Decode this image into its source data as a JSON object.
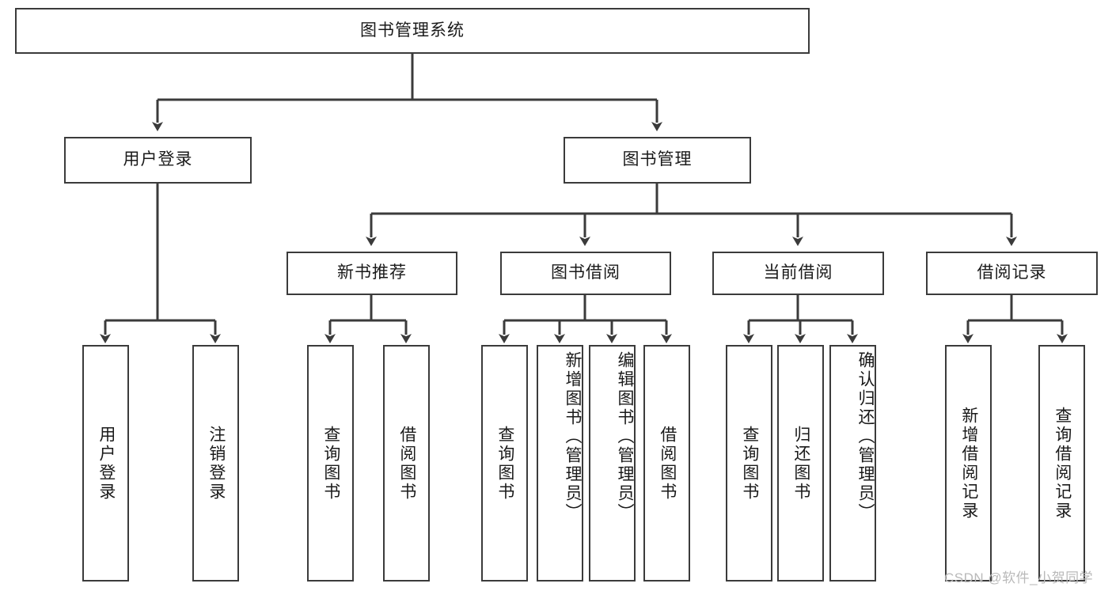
{
  "diagram": {
    "type": "tree-hierarchy",
    "title": "图书管理系统",
    "root": {
      "label": "图书管理系统"
    },
    "level1": [
      {
        "id": "user-login",
        "label": "用户登录"
      },
      {
        "id": "book-management",
        "label": "图书管理"
      }
    ],
    "level2": [
      {
        "id": "new-book-recommend",
        "label": "新书推荐",
        "parent": "book-management"
      },
      {
        "id": "book-borrow",
        "label": "图书借阅",
        "parent": "book-management"
      },
      {
        "id": "current-borrow",
        "label": "当前借阅",
        "parent": "book-management"
      },
      {
        "id": "borrow-record",
        "label": "借阅记录",
        "parent": "book-management"
      }
    ],
    "leaves": {
      "user-login": [
        {
          "id": "leaf-user-login",
          "label": "用户登录"
        },
        {
          "id": "leaf-user-logout",
          "label": "注销登录"
        }
      ],
      "new-book-recommend": [
        {
          "id": "leaf-query-book-1",
          "label": "查询图书"
        },
        {
          "id": "leaf-borrow-book-1",
          "label": "借阅图书"
        }
      ],
      "book-borrow": [
        {
          "id": "leaf-query-book-2",
          "label": "查询图书"
        },
        {
          "id": "leaf-add-book",
          "label": "新增图书（管理员）"
        },
        {
          "id": "leaf-edit-book",
          "label": "编辑图书（管理员）"
        },
        {
          "id": "leaf-borrow-book-2",
          "label": "借阅图书"
        }
      ],
      "current-borrow": [
        {
          "id": "leaf-query-book-3",
          "label": "查询图书"
        },
        {
          "id": "leaf-return-book",
          "label": "归还图书"
        },
        {
          "id": "leaf-confirm-return",
          "label": "确认归还（管理员）"
        }
      ],
      "borrow-record": [
        {
          "id": "leaf-add-record",
          "label": "新增借阅记录"
        },
        {
          "id": "leaf-query-record",
          "label": "查询借阅记录"
        }
      ]
    },
    "watermark": "CSDN @软件_小贺同学",
    "colors": {
      "stroke": "#3b3b3b",
      "fill": "#ffffff",
      "text": "#1a1a1a",
      "watermark": "#b9b9b9"
    }
  }
}
